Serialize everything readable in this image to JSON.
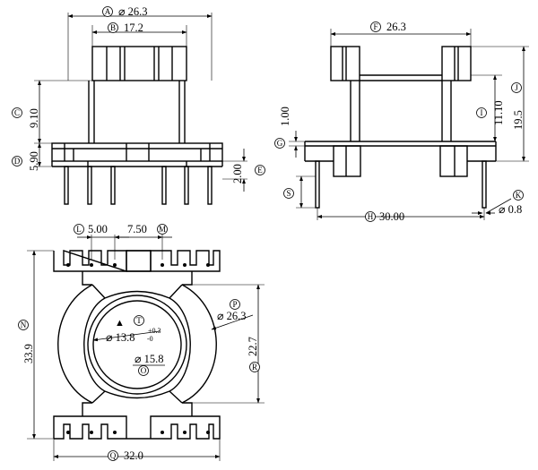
{
  "dimensions": {
    "A": {
      "letter": "A",
      "value": "⌀ 26.3"
    },
    "B": {
      "letter": "B",
      "value": "17.2"
    },
    "C": {
      "letter": "C",
      "value": "9.10"
    },
    "D": {
      "letter": "D",
      "value": "5.90"
    },
    "E": {
      "letter": "E",
      "value": "2.00"
    },
    "F": {
      "letter": "F",
      "value": "26.3"
    },
    "G": {
      "letter": "G",
      "value": "1.00"
    },
    "H": {
      "letter": "H",
      "value": "30.00"
    },
    "I": {
      "letter": "I",
      "value": "11.10"
    },
    "J": {
      "letter": "J",
      "value": "19.5"
    },
    "K": {
      "letter": "K",
      "value": "⌀ 0.8"
    },
    "L": {
      "letter": "L",
      "value": "5.00"
    },
    "M": {
      "letter": "M",
      "value": "7.50"
    },
    "N": {
      "letter": "N",
      "value": "33.9"
    },
    "O": {
      "letter": "O",
      "value": "⌀ 15.8"
    },
    "P": {
      "letter": "P",
      "value": "⌀ 26.3"
    },
    "Q": {
      "letter": "Q",
      "value": "32.0"
    },
    "R": {
      "letter": "R",
      "value": "22.7"
    },
    "S": {
      "letter": "S",
      "value": ""
    },
    "T": {
      "letter": "T",
      "value": "⌀ 13.8",
      "tol_upper": "+0.3",
      "tol_lower": "-0"
    }
  },
  "symbols": {
    "warning_glyph": "▲"
  }
}
